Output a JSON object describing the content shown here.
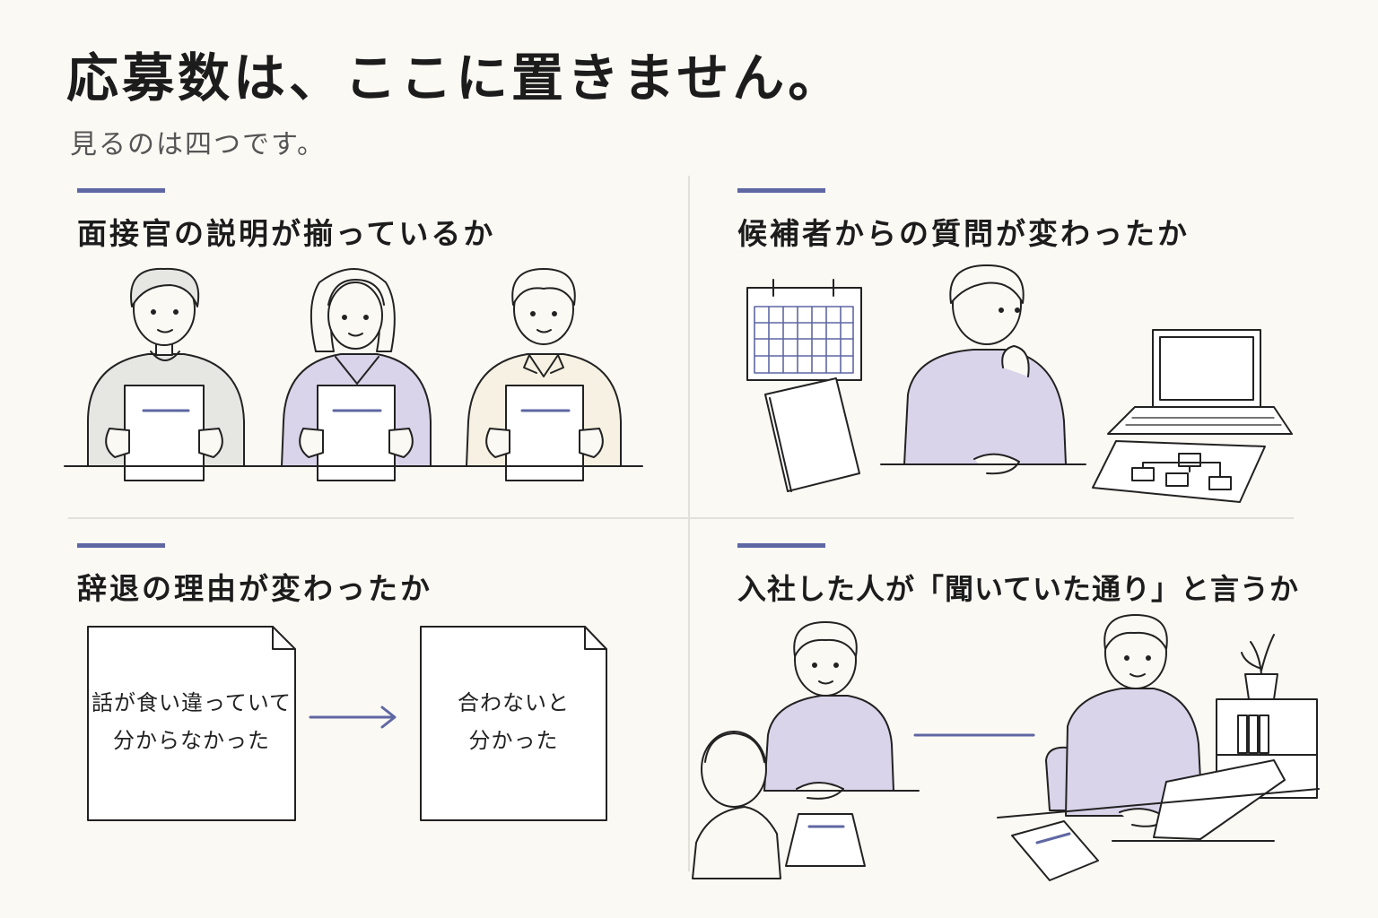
{
  "header": {
    "title": "応募数は、ここに置きません。",
    "subtitle": "見るのは四つです。"
  },
  "panels": [
    {
      "heading": "面接官の説明が揃っているか"
    },
    {
      "heading": "候補者からの質問が変わったか"
    },
    {
      "heading": "辞退の理由が変わったか"
    },
    {
      "heading": "入社した人が「聞いていた通り」と言うか"
    }
  ],
  "documents": {
    "before": {
      "line1": "話が食い違っていて",
      "line2": "分からなかった"
    },
    "after": {
      "line1": "合わないと",
      "line2": "分かった"
    }
  },
  "colors": {
    "background": "#fbf9f4",
    "accent": "#5f67a3",
    "lavender": "#d9d4ea",
    "gray_shirt": "#e6e6e3",
    "cream_shirt": "#f6f1e2"
  }
}
